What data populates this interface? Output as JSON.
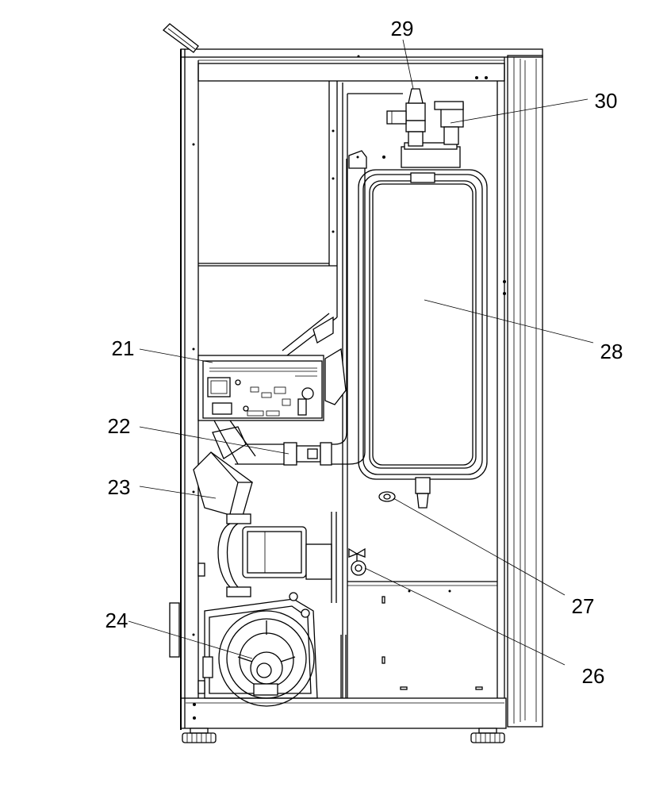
{
  "callouts": [
    {
      "id": "29",
      "label": "29"
    },
    {
      "id": "30",
      "label": "30"
    },
    {
      "id": "28",
      "label": "28"
    },
    {
      "id": "21",
      "label": "21"
    },
    {
      "id": "22",
      "label": "22"
    },
    {
      "id": "23",
      "label": "23"
    },
    {
      "id": "24",
      "label": "24"
    },
    {
      "id": "27",
      "label": "27"
    },
    {
      "id": "26",
      "label": "26"
    }
  ]
}
